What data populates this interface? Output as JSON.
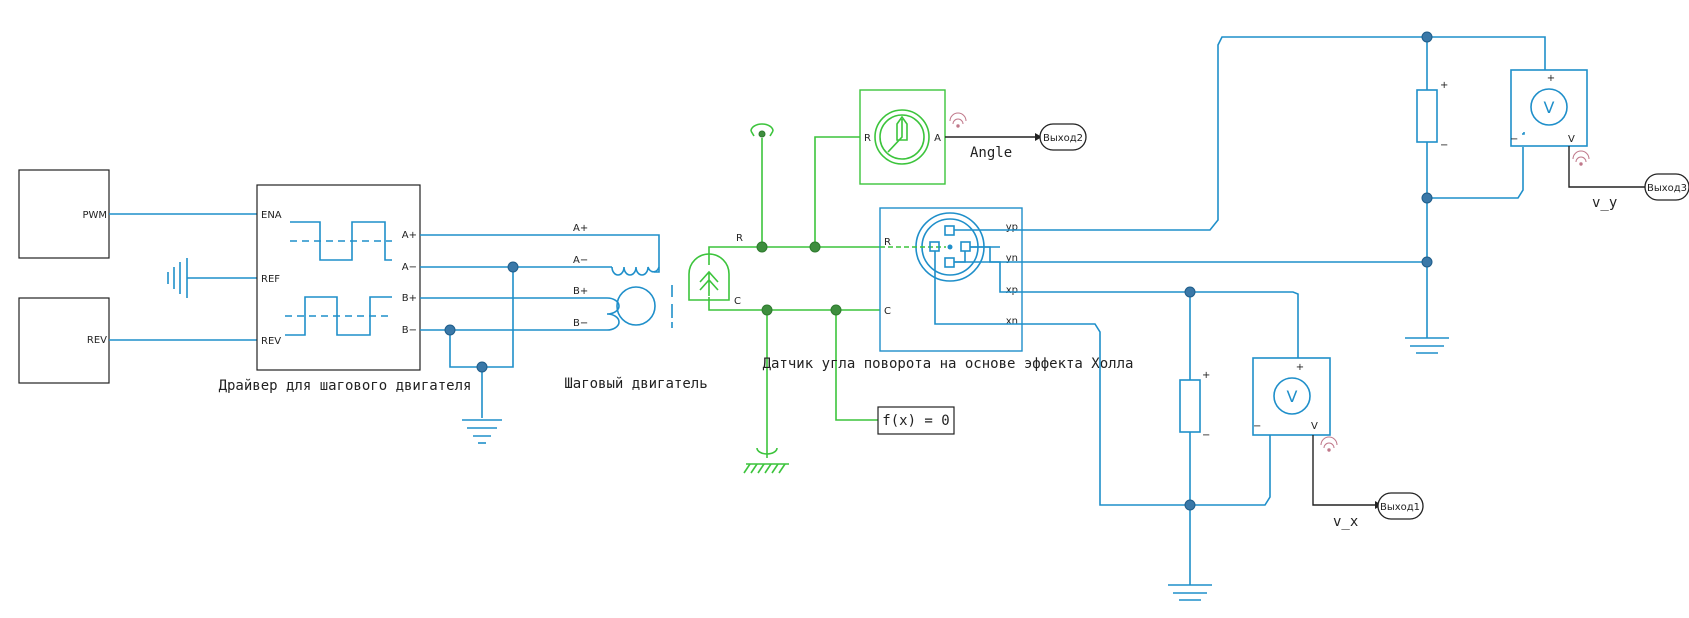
{
  "blocks": {
    "pwm_source": {
      "label": "PWM"
    },
    "rev_source": {
      "label": "REV"
    },
    "driver": {
      "caption": "Драйвер для шагового двигателя",
      "ports": {
        "ena": "ENA",
        "ref": "REF",
        "rev": "REV",
        "a_plus": "A+",
        "a_minus": "A−",
        "b_plus": "B+",
        "b_minus": "B−"
      }
    },
    "motor": {
      "caption": "Шаговый двигатель",
      "ports": {
        "a_plus": "A+",
        "a_minus": "A−",
        "b_plus": "B+",
        "b_minus": "B−"
      }
    },
    "mech_ports": {
      "r": "R",
      "c": "C"
    },
    "angle_sensor": {
      "port_r": "R",
      "port_a": "A",
      "signal": "Angle"
    },
    "hall_sensor": {
      "caption": "Датчик угла поворота на основе эффекта Холла",
      "ports": {
        "r": "R",
        "c": "C",
        "yp": "yp",
        "yn": "yn",
        "xp": "xp",
        "xn": "xn"
      }
    },
    "solver": {
      "label": "f(x) = 0"
    },
    "voltmeter_y": {
      "symbol": "V",
      "plus": "+",
      "minus": "−",
      "out": "V",
      "signal": "v_y"
    },
    "voltmeter_x": {
      "symbol": "V",
      "plus": "+",
      "minus": "−",
      "out": "V",
      "signal": "v_x"
    },
    "resistor_y": {
      "plus": "+",
      "minus": "−"
    },
    "resistor_x": {
      "plus": "+",
      "minus": "−"
    },
    "outputs": {
      "out1": "Выход1",
      "out2": "Выход2",
      "out3": "Выход3"
    }
  },
  "colors": {
    "electrical": "#1f8fca",
    "mechanical": "#3cc43c",
    "signal": "#222222",
    "block_border": "#222222"
  }
}
